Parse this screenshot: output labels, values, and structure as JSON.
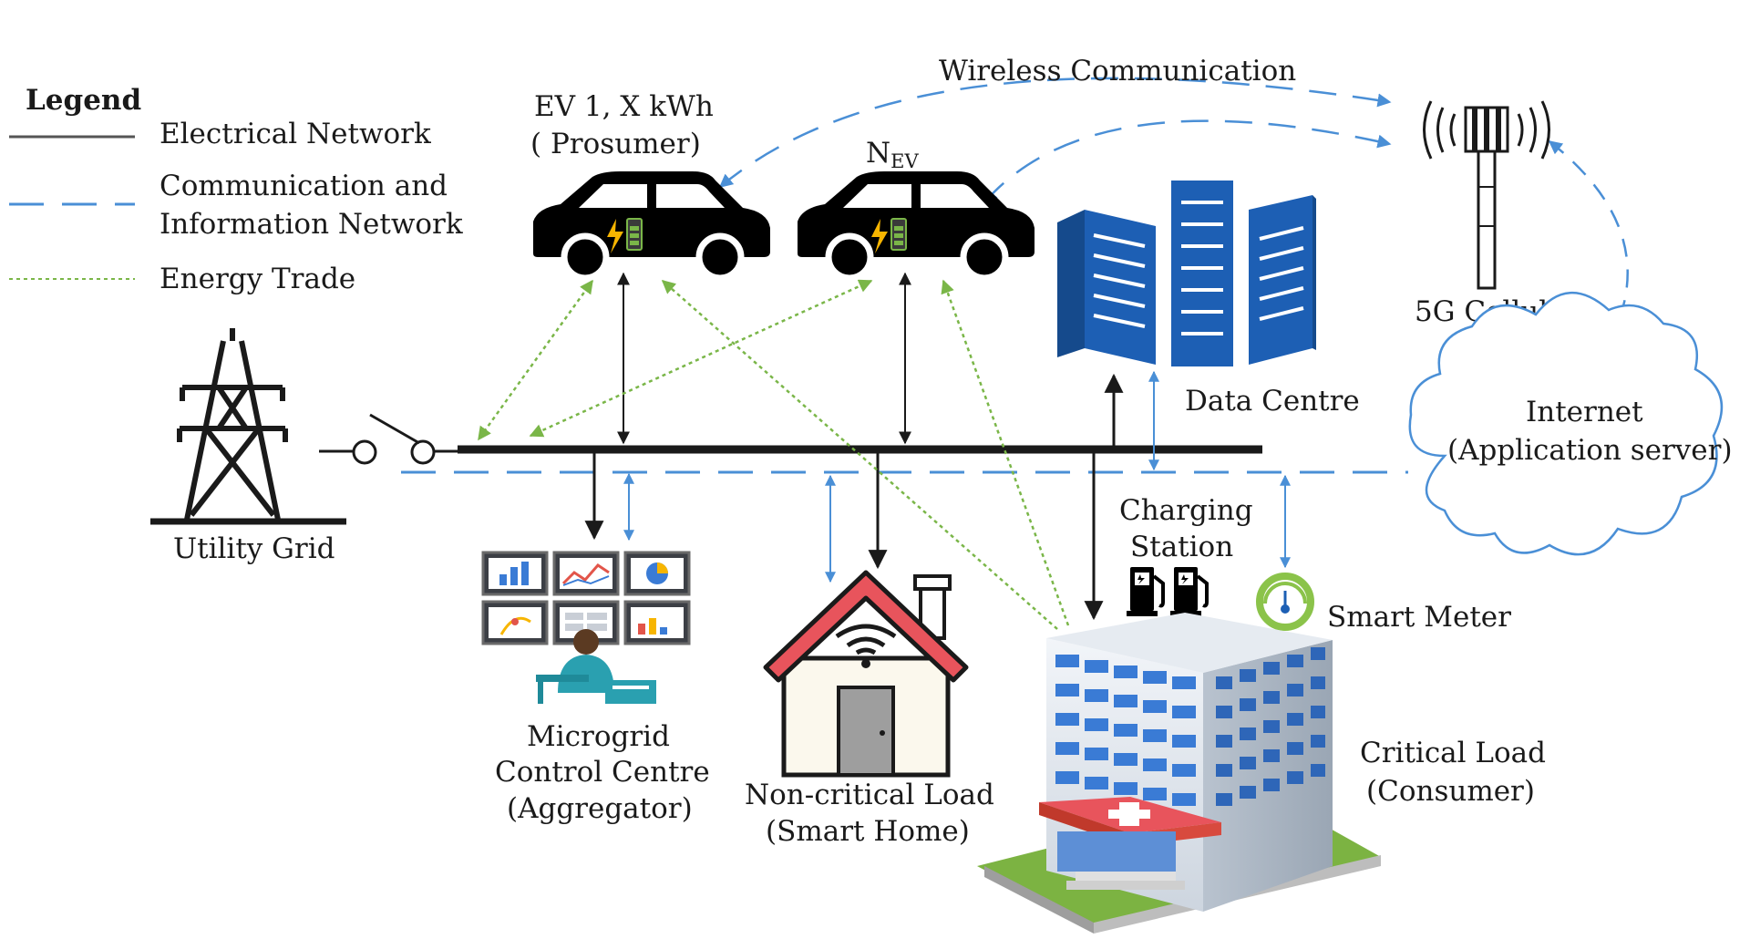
{
  "legend": {
    "title": "Legend",
    "electrical": "Electrical Network",
    "communication_line1": "Communication and",
    "communication_line2": "Information Network",
    "energy_trade": "Energy Trade"
  },
  "labels": {
    "wireless": "Wireless Communication",
    "ev1_line1": "EV 1, X kWh",
    "ev1_line2": "( Prosumer)",
    "nev_main": "N",
    "nev_sub": "EV",
    "cellular": "5G Cellular",
    "data_centre": "Data Centre",
    "internet_line1": "Internet",
    "internet_line2": "(Application server)",
    "utility_grid": "Utility Grid",
    "charging_line1": "Charging",
    "charging_line2": "Station",
    "smart_meter": "Smart Meter",
    "microgrid_line1": "Microgrid",
    "microgrid_line2": "Control Centre",
    "microgrid_line3": "(Aggregator)",
    "noncritical_line1": "Non-critical Load",
    "noncritical_line2": "(Smart Home)",
    "critical_line1": "Critical Load",
    "critical_line2": "(Consumer)"
  },
  "colors": {
    "electrical": "#1a1a1a",
    "communication": "#4a8fd6",
    "energy_trade": "#7ab648",
    "roof": "#e8545c",
    "server": "#1d5fb4"
  },
  "icons": {
    "tower": "transmission-tower-icon",
    "switch": "circuit-switch-icon",
    "ev": "electric-car-icon",
    "server": "data-centre-icon",
    "antenna": "cell-tower-icon",
    "cloud": "cloud-icon",
    "charger": "fuel-pump-icon",
    "meter": "smart-meter-icon",
    "operator": "control-centre-icon",
    "home": "smart-home-icon",
    "hospital": "hospital-building-icon"
  }
}
